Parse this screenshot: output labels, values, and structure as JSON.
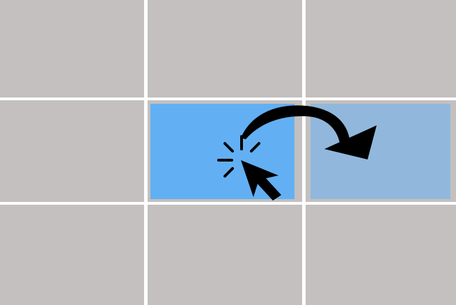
{
  "diagram": {
    "description_label": "",
    "grid": {
      "rows": 3,
      "cols": 3,
      "cell_color": "#c3c0bf",
      "gap_color": "#ffffff"
    },
    "source_block": {
      "color": "#62b0f3",
      "cell": [
        1,
        1
      ]
    },
    "target_block": {
      "color": "#91b8dc",
      "cell": [
        1,
        2
      ]
    },
    "arrow": {
      "color": "#000000",
      "icon": "curved-arrow-icon"
    },
    "cursor": {
      "color": "#000000",
      "icon": "click-cursor-icon"
    }
  }
}
